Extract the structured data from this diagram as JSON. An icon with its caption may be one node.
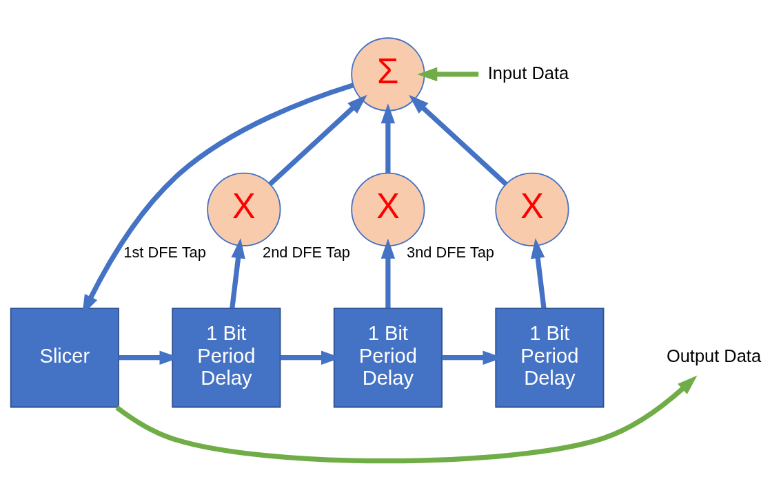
{
  "diagram": {
    "nodes": [
      {
        "text": [
          "Σ"
        ]
      },
      {
        "text": [
          "X"
        ],
        "beside": [
          "1st DFE Tap"
        ]
      },
      {
        "text": [
          "X"
        ],
        "beside": [
          "2nd DFE Tap"
        ]
      },
      {
        "text": [
          "X"
        ],
        "beside": [
          "3nd DFE Tap"
        ]
      },
      {
        "text": [
          "Slicer"
        ]
      },
      {
        "text": [
          "1 Bit Period Delay"
        ]
      },
      {
        "text": [
          "1 Bit Period Delay"
        ]
      },
      {
        "text": [
          "1 Bit Period Delay"
        ]
      },
      {
        "text": [
          "Input Data"
        ]
      },
      {
        "text": [
          "Output Data"
        ]
      }
    ],
    "edges": [
      {
        "from": 8,
        "to": 0,
        "arrow": "to",
        "color": "#70ad47"
      },
      {
        "from": 0,
        "to": 4,
        "arrow": "to"
      },
      {
        "from": 4,
        "to": 5,
        "arrow": "to"
      },
      {
        "from": 4,
        "to": 9,
        "arrow": "to",
        "color": "#70ad47"
      },
      {
        "from": 5,
        "to": 1,
        "arrow": "to"
      },
      {
        "from": 5,
        "to": 6,
        "arrow": "to"
      },
      {
        "from": 6,
        "to": 2,
        "arrow": "to"
      },
      {
        "from": 6,
        "to": 7,
        "arrow": "to"
      },
      {
        "from": 7,
        "to": 3,
        "arrow": "to"
      },
      {
        "from": 1,
        "to": 0,
        "arrow": "to"
      },
      {
        "from": 2,
        "to": 0,
        "arrow": "to"
      },
      {
        "from": 3,
        "to": 0,
        "arrow": "to"
      }
    ]
  }
}
